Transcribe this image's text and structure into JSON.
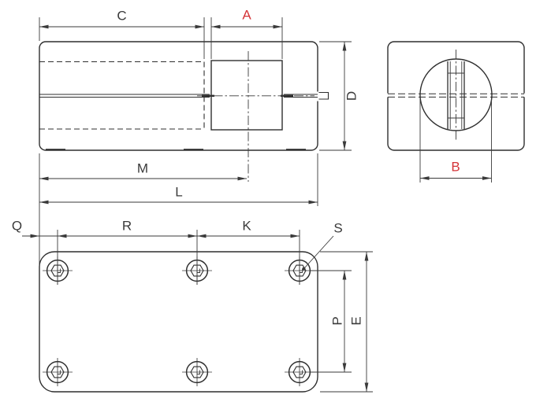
{
  "labels": {
    "C": "C",
    "A": "A",
    "D": "D",
    "M": "M",
    "L": "L",
    "B": "B",
    "Q": "Q",
    "R": "R",
    "K": "K",
    "S": "S",
    "P": "P",
    "E": "E"
  },
  "highlighted_dimensions": [
    "A",
    "B"
  ],
  "colors": {
    "line": "#2f2f2f",
    "dimension": "#3a3a3a",
    "highlight_red": "#d43438",
    "background": "#ffffff"
  }
}
